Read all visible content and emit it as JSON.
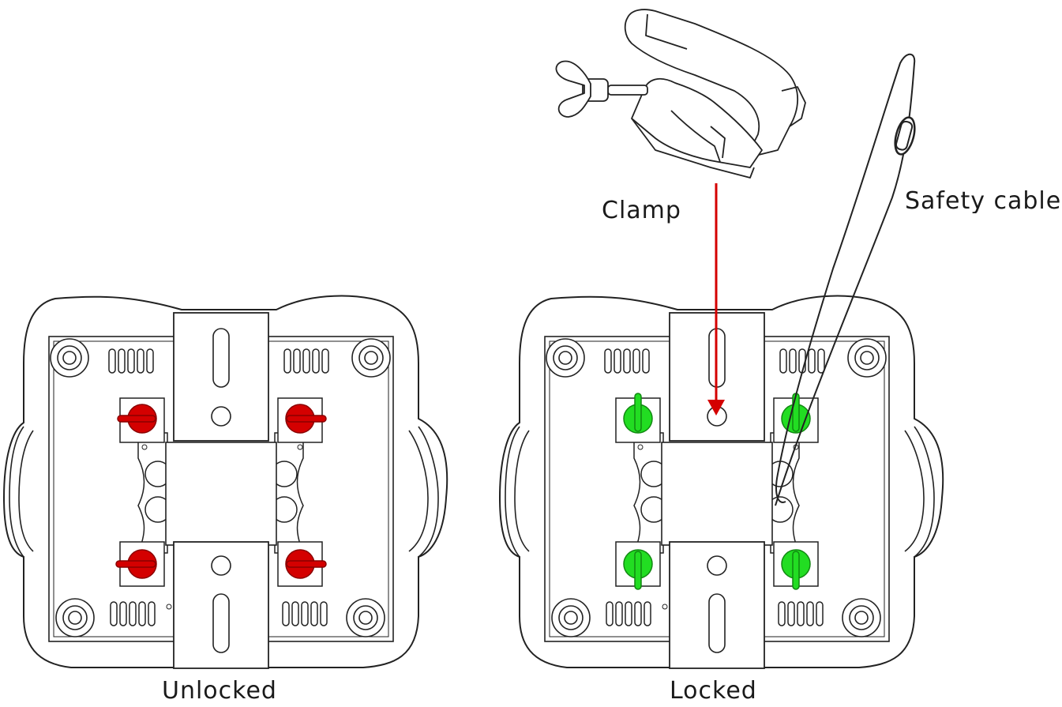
{
  "labels": {
    "unlocked": "Unlocked",
    "locked": "Locked",
    "clamp": "Clamp",
    "safety_cable": "Safety cable"
  },
  "colors": {
    "unlocked_lever": "#d40000",
    "locked_lever": "#22dd22",
    "arrow": "#d40000",
    "outline": "#222222"
  },
  "icons": [
    "fixture-base-icon",
    "clamp-icon",
    "safety-cable-icon",
    "quick-lock-lever-icon",
    "down-arrow-icon"
  ]
}
